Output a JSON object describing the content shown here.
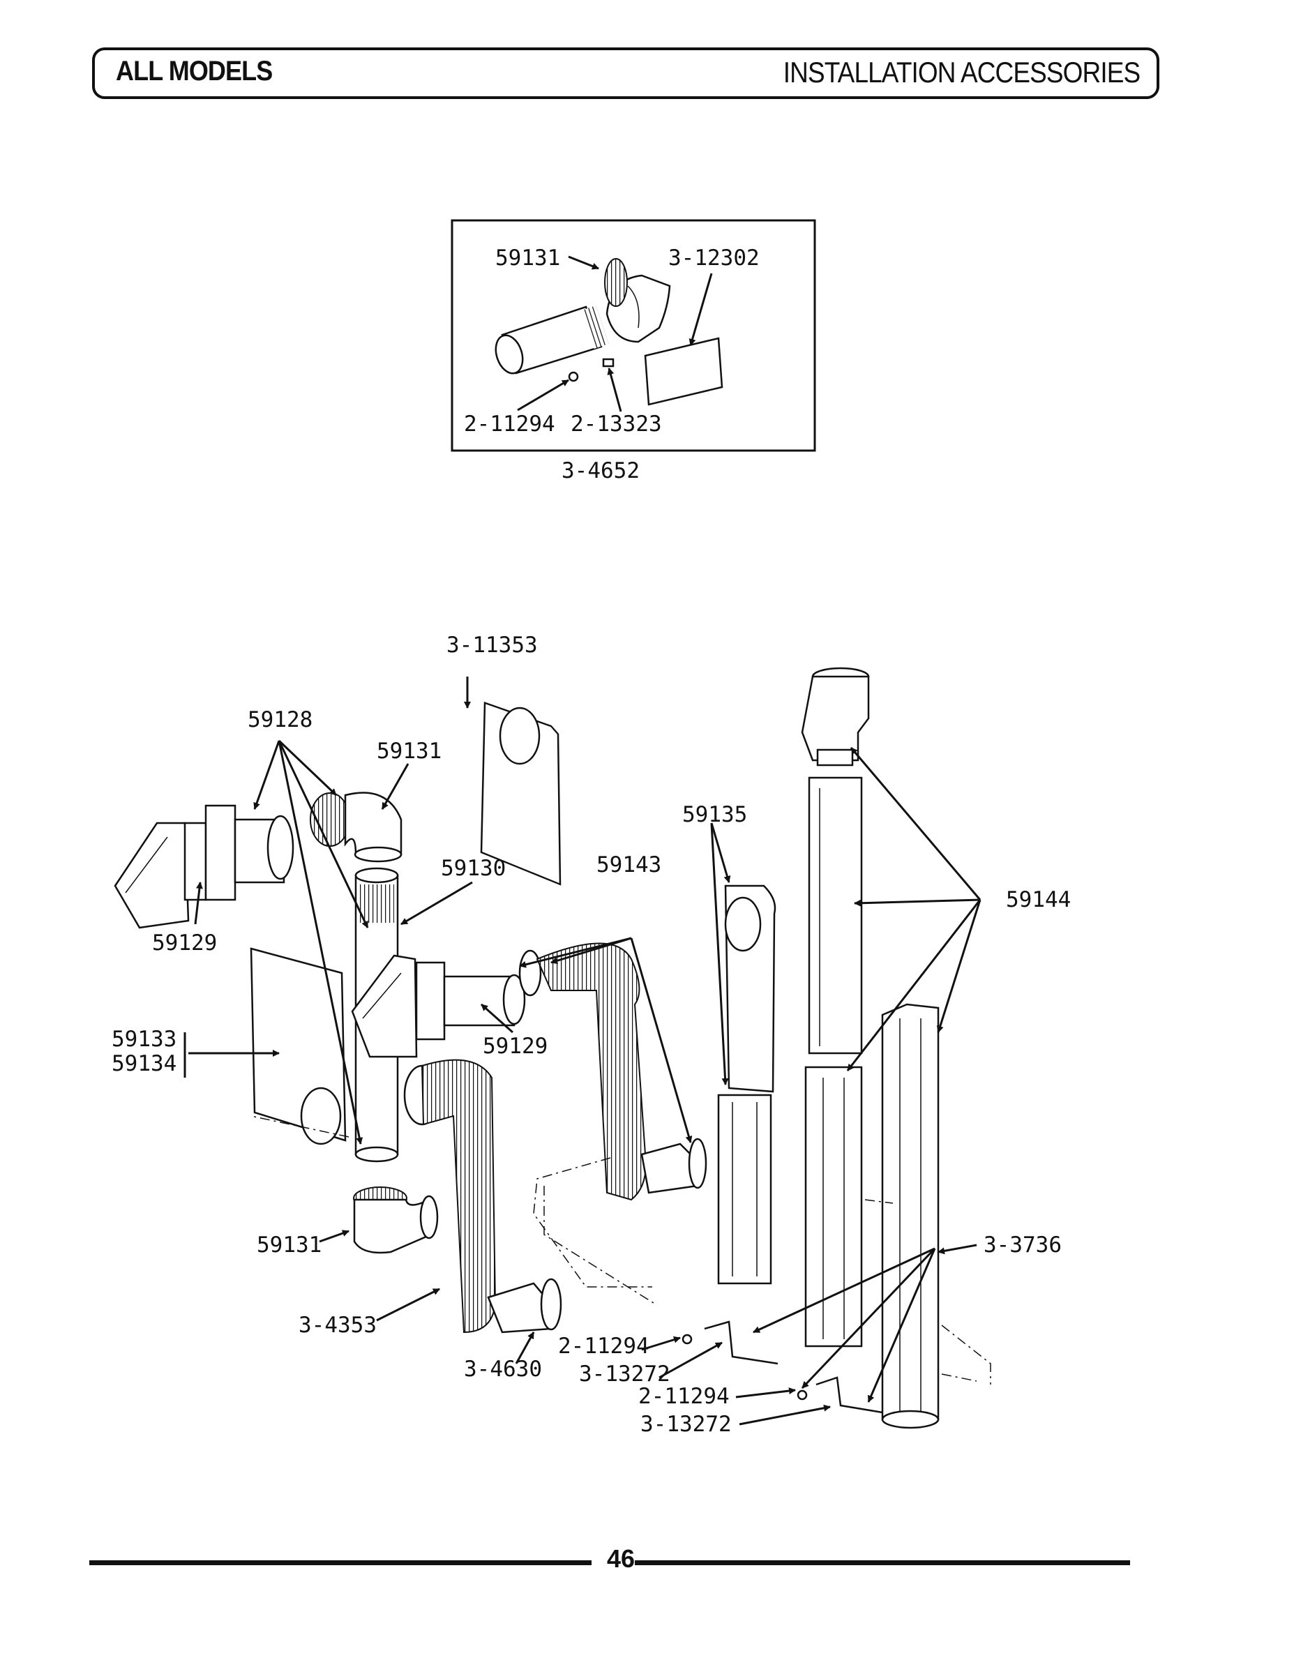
{
  "header": {
    "left": "ALL MODELS",
    "right": "INSTALLATION ACCESSORIES"
  },
  "page_number": "46",
  "inset": {
    "kit_label": "3-4652",
    "labels": [
      "59131",
      "3-12302",
      "2-11294",
      "2-13323"
    ]
  },
  "labels": {
    "l_3_11353": "3-11353",
    "l_59128": "59128",
    "l_59131_top": "59131",
    "l_59135": "59135",
    "l_59130": "59130",
    "l_59143": "59143",
    "l_59144": "59144",
    "l_59129_left": "59129",
    "l_59133": "59133",
    "l_59134": "59134",
    "l_59129_mid": "59129",
    "l_59131_bottom": "59131",
    "l_3_3736": "3-3736",
    "l_3_4353": "3-4353",
    "l_2_11294_a": "2-11294",
    "l_3_13272_a": "3-13272",
    "l_3_4630": "3-4630",
    "l_2_11294_b": "2-11294",
    "l_3_13272_b": "3-13272"
  }
}
